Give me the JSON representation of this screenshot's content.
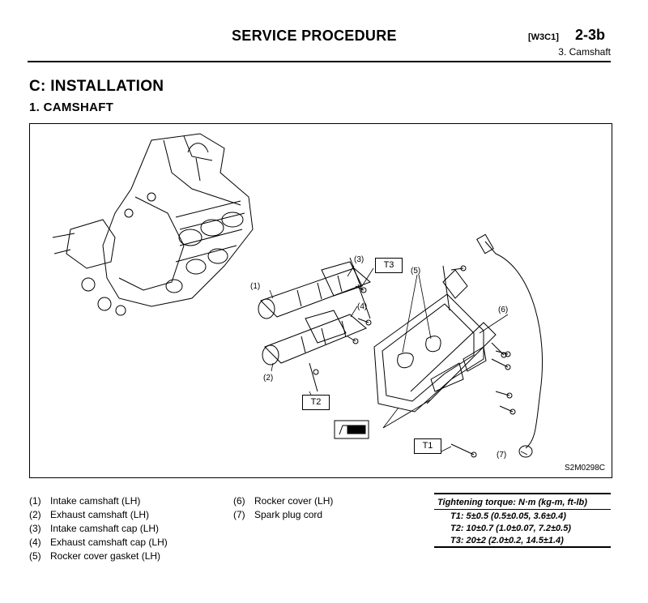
{
  "header": {
    "title": "SERVICE PROCEDURE",
    "code": "[W3C1]",
    "page": "2-3b",
    "subsection": "3. Camshaft"
  },
  "section": {
    "title": "C: INSTALLATION",
    "subtitle": "1. CAMSHAFT"
  },
  "figure": {
    "code": "S2M0298C",
    "callouts": [
      "(1)",
      "(2)",
      "(3)",
      "(4)",
      "(5)",
      "(6)",
      "(7)"
    ],
    "torque_boxes": [
      "T1",
      "T2",
      "T3"
    ]
  },
  "legend_left": [
    {
      "num": "(1)",
      "text": "Intake camshaft (LH)"
    },
    {
      "num": "(2)",
      "text": "Exhaust camshaft (LH)"
    },
    {
      "num": "(3)",
      "text": "Intake camshaft cap (LH)"
    },
    {
      "num": "(4)",
      "text": "Exhaust camshaft cap (LH)"
    },
    {
      "num": "(5)",
      "text": "Rocker cover gasket (LH)"
    }
  ],
  "legend_right": [
    {
      "num": "(6)",
      "text": "Rocker cover (LH)"
    },
    {
      "num": "(7)",
      "text": "Spark plug cord"
    }
  ],
  "torque": {
    "heading": "Tightening torque: N·m (kg-m, ft-lb)",
    "rows": [
      "T1: 5±0.5 (0.5±0.05, 3.6±0.4)",
      "T2: 10±0.7 (1.0±0.07, 7.2±0.5)",
      "T3: 20±2 (2.0±0.2, 14.5±1.4)"
    ]
  }
}
